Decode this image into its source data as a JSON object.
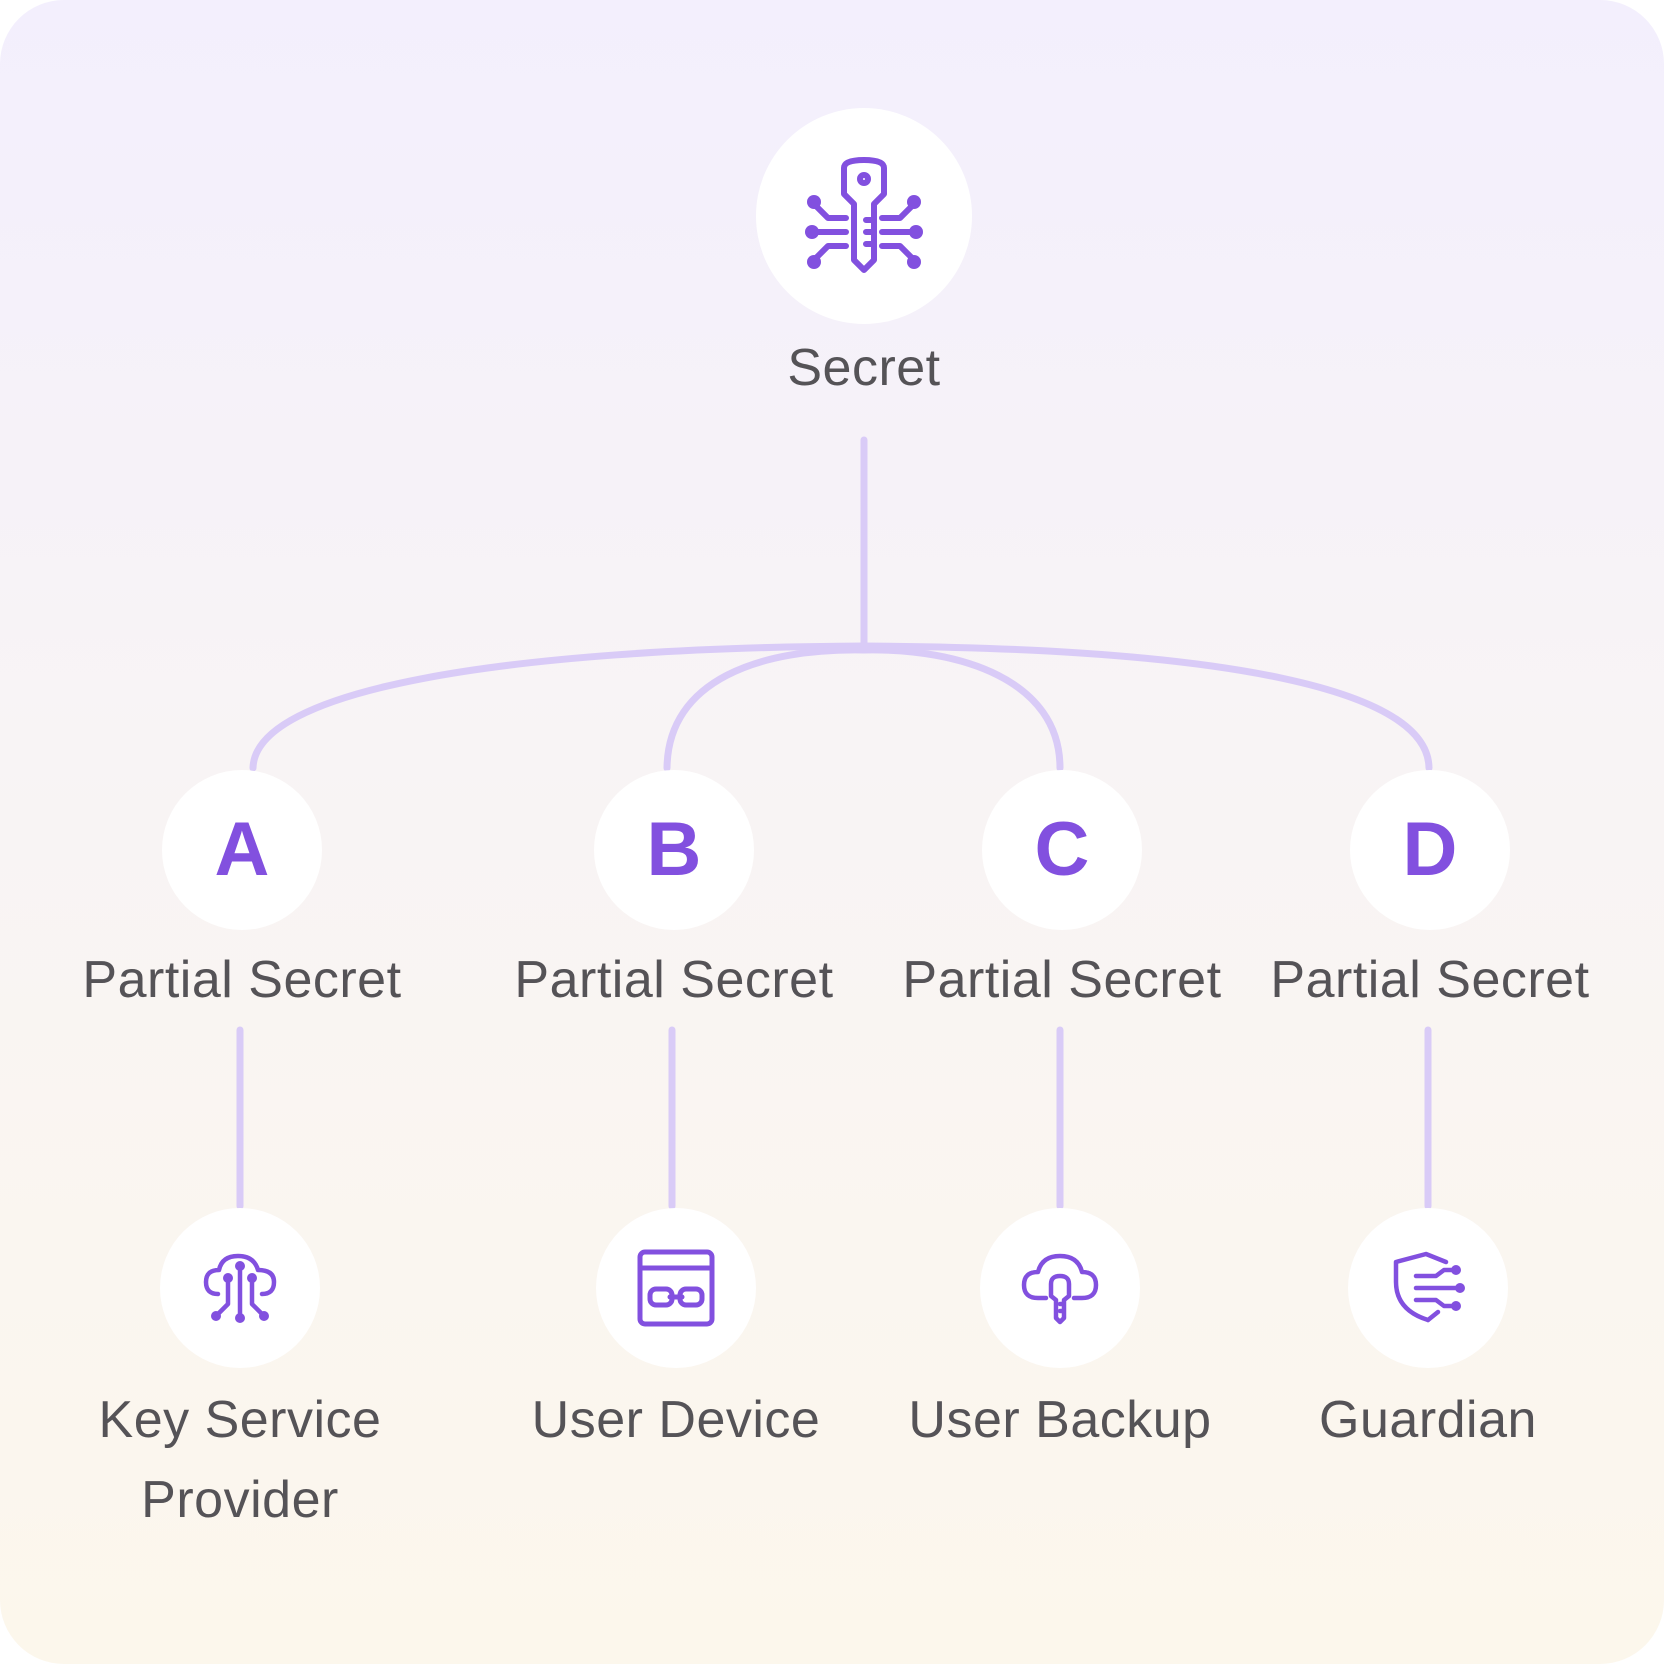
{
  "colors": {
    "accent": "#8250df",
    "connector": "#d9cbf7",
    "label": "#555357",
    "node_fill": "#ffffff"
  },
  "root": {
    "label": "Secret",
    "icon": "key-circuit-icon"
  },
  "shares": [
    {
      "letter": "A",
      "label": "Partial Secret"
    },
    {
      "letter": "B",
      "label": "Partial Secret"
    },
    {
      "letter": "C",
      "label": "Partial Secret"
    },
    {
      "letter": "D",
      "label": "Partial Secret"
    }
  ],
  "holders": [
    {
      "label": "Key Service Provider",
      "icon": "cloud-circuit-icon"
    },
    {
      "label": "User Device",
      "icon": "device-link-icon"
    },
    {
      "label": "User Backup",
      "icon": "cloud-key-icon"
    },
    {
      "label": "Guardian",
      "icon": "shield-circuit-icon"
    }
  ]
}
